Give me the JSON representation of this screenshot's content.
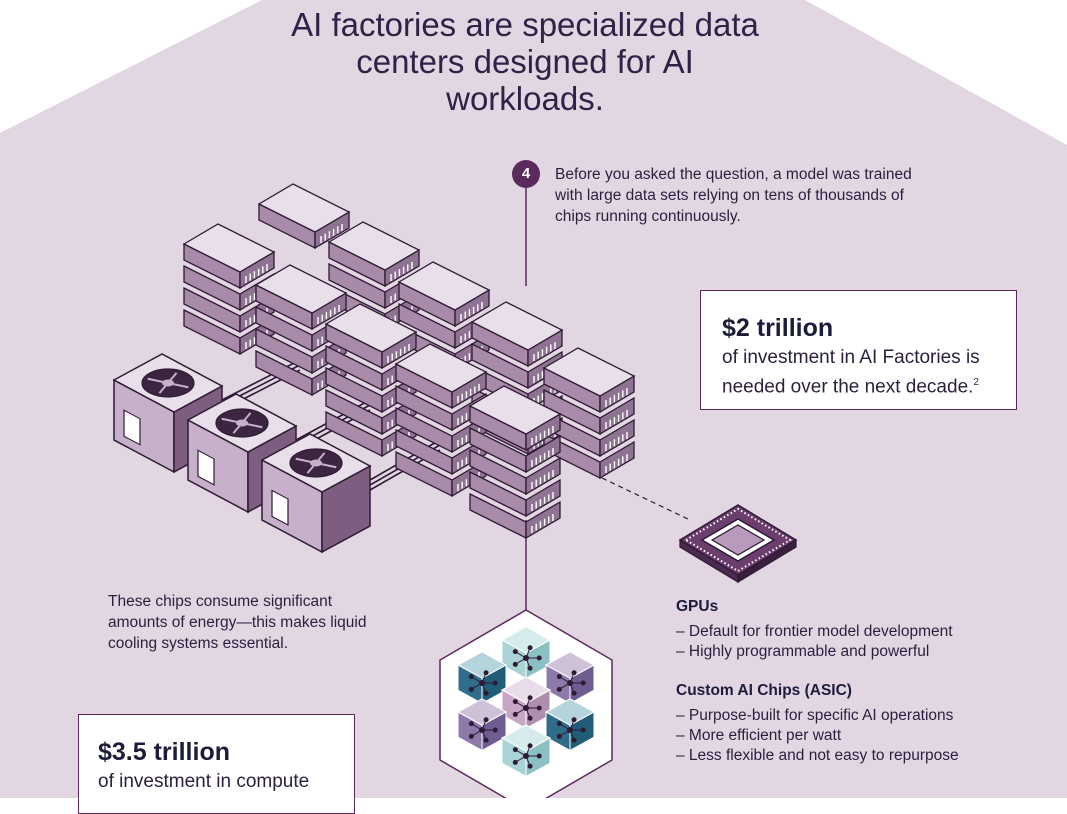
{
  "title": "AI factories are specialized data centers designed for AI workloads.",
  "step": {
    "number": "4",
    "text": "Before you asked the question, a model was trained with large data sets relying on tens of thousands of chips running continuously."
  },
  "stat_top": {
    "value": "$2 trillion",
    "description": "of investment in AI Factories is needed over the next decade.",
    "footnote": "2"
  },
  "energy_note": "These chips consume significant amounts of energy—this makes liquid cooling systems essential.",
  "gpus": {
    "heading": "GPUs",
    "items": [
      "– Default for frontier model development",
      "– Highly programmable and powerful"
    ]
  },
  "asic": {
    "heading": "Custom AI Chips (ASIC)",
    "items": [
      "– Purpose-built for specific AI operations",
      "– More efficient per watt",
      "– Less flexible and not easy to repurpose"
    ]
  },
  "stat_bottom": {
    "value": "$3.5 trillion",
    "description": "of investment in compute"
  },
  "colors": {
    "background_hex": "#e2d6e3",
    "accent_purple": "#5a2a5c",
    "server_top": "#e9dfea",
    "server_side": "#8f7393",
    "server_front": "#a88aa9",
    "outline": "#2e1a33"
  }
}
